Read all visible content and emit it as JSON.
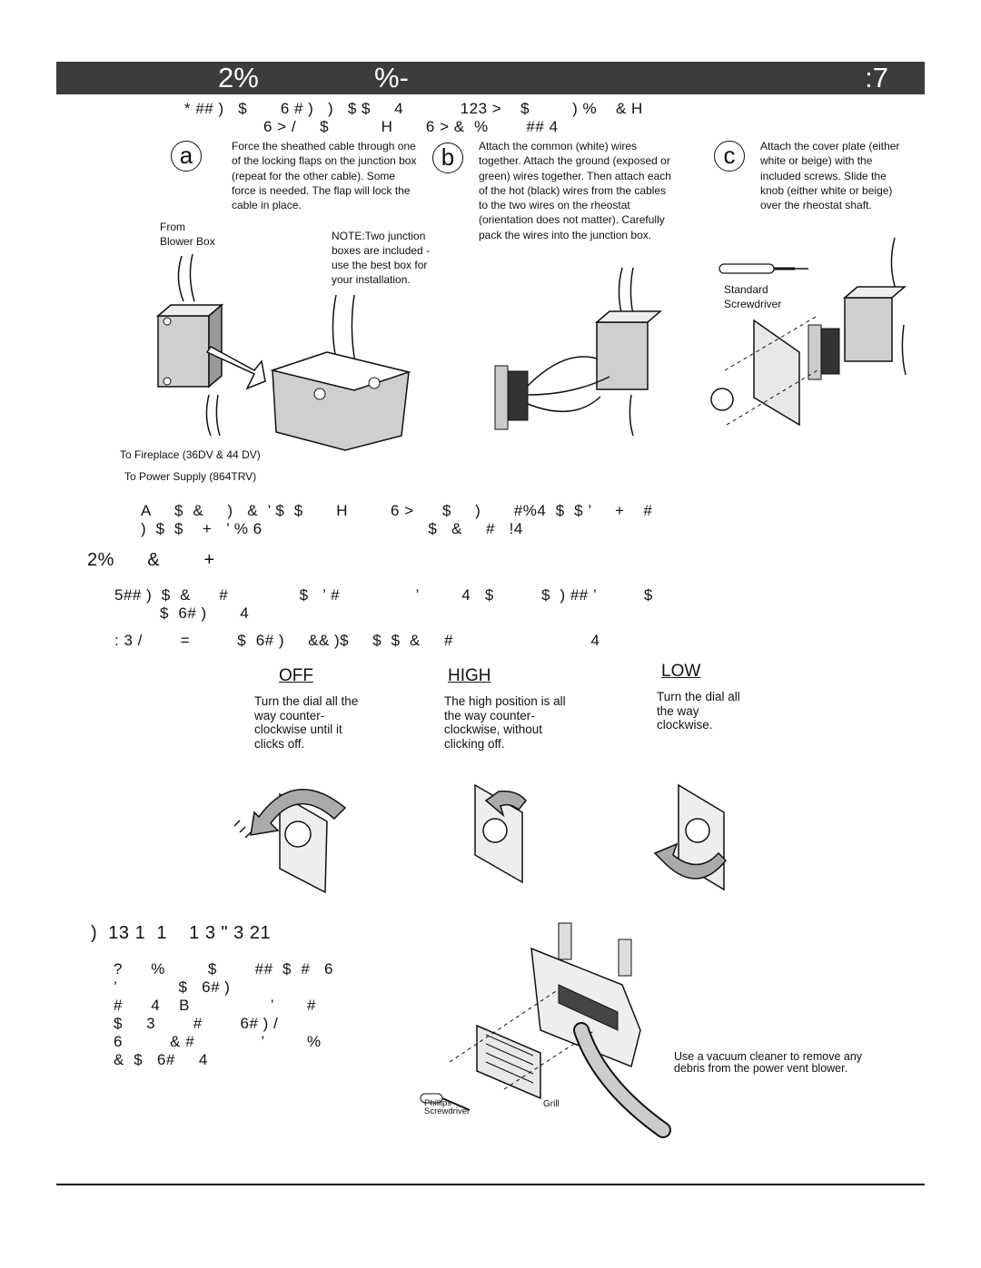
{
  "header": {
    "title_a": "2%",
    "title_b": "%-",
    "page": ":7"
  },
  "install": {
    "line1": "* ## )   $       6 # )   )   $ $     4            123 >    $         ) %    & H",
    "line2": "6 > /     $           H       6 > &  %        ## 4",
    "steps": [
      {
        "marker": "a",
        "text": "Force the sheathed cable through one of the locking flaps on the junction box (repeat for the other cable). Some force is needed. The flap will lock the cable in place."
      },
      {
        "marker": "b",
        "text": "Attach the common (white) wires together. Attach the ground (exposed or green) wires together. Then attach each of the hot (black) wires from the cables to the two wires on the rheostat (orientation does not matter). Carefully pack the wires into the junction box."
      },
      {
        "marker": "c",
        "text": "Attach the cover plate (either white or beige) with the included screws. Slide the knob (either white or beige) over the rheostat shaft."
      }
    ],
    "from_label": "From\nBlower Box",
    "note": "NOTE:Two junction boxes are included - use the best box for your installation.",
    "tool_label": "Standard\nScrewdriver",
    "fireplace_label": "To Fireplace (36DV & 44 DV)",
    "power_label": "To Power Supply (864TRV)"
  },
  "para2": {
    "line1": "A     $  &     )   &  ’ $  $       H         6 >      $     )       #%4  $  $ ’     +    #",
    "line2": ")  $  $    +   ’ % 6                                   $   &     #   !4"
  },
  "operation": {
    "heading": "2%      &        +",
    "line1": "5## )  $  &      #               $   ’ #                ’         4   $          $  ) ## ’          $",
    "line2": "$  6# )       4",
    "line3": ": 3 /        =          $  6# )     && )$     $  $  &     #                             4",
    "dials": [
      {
        "label": "OFF",
        "text": "Turn the dial all the way counter-clockwise until it clicks off."
      },
      {
        "label": "HIGH",
        "text": "The high position is all the way counter-clockwise, without clicking off."
      },
      {
        "label": "LOW",
        "text": "Turn the dial all the way clockwise."
      }
    ]
  },
  "maintenance": {
    "heading": ")  13 1  1    1 3 \" 3 21",
    "lines": [
      "?      %         $        ##  $  #   6",
      "’             $   6# )",
      "#      4    B                 ’       #",
      "$     3        #        6# ) /",
      "6          & #              ’         %",
      "&  $   6#     4"
    ],
    "vacuum_label": "Use a vacuum cleaner to remove any debris from the power vent blower.",
    "grill_label": "Grill",
    "phillips_label": "Phillips\nScrewdriver"
  }
}
